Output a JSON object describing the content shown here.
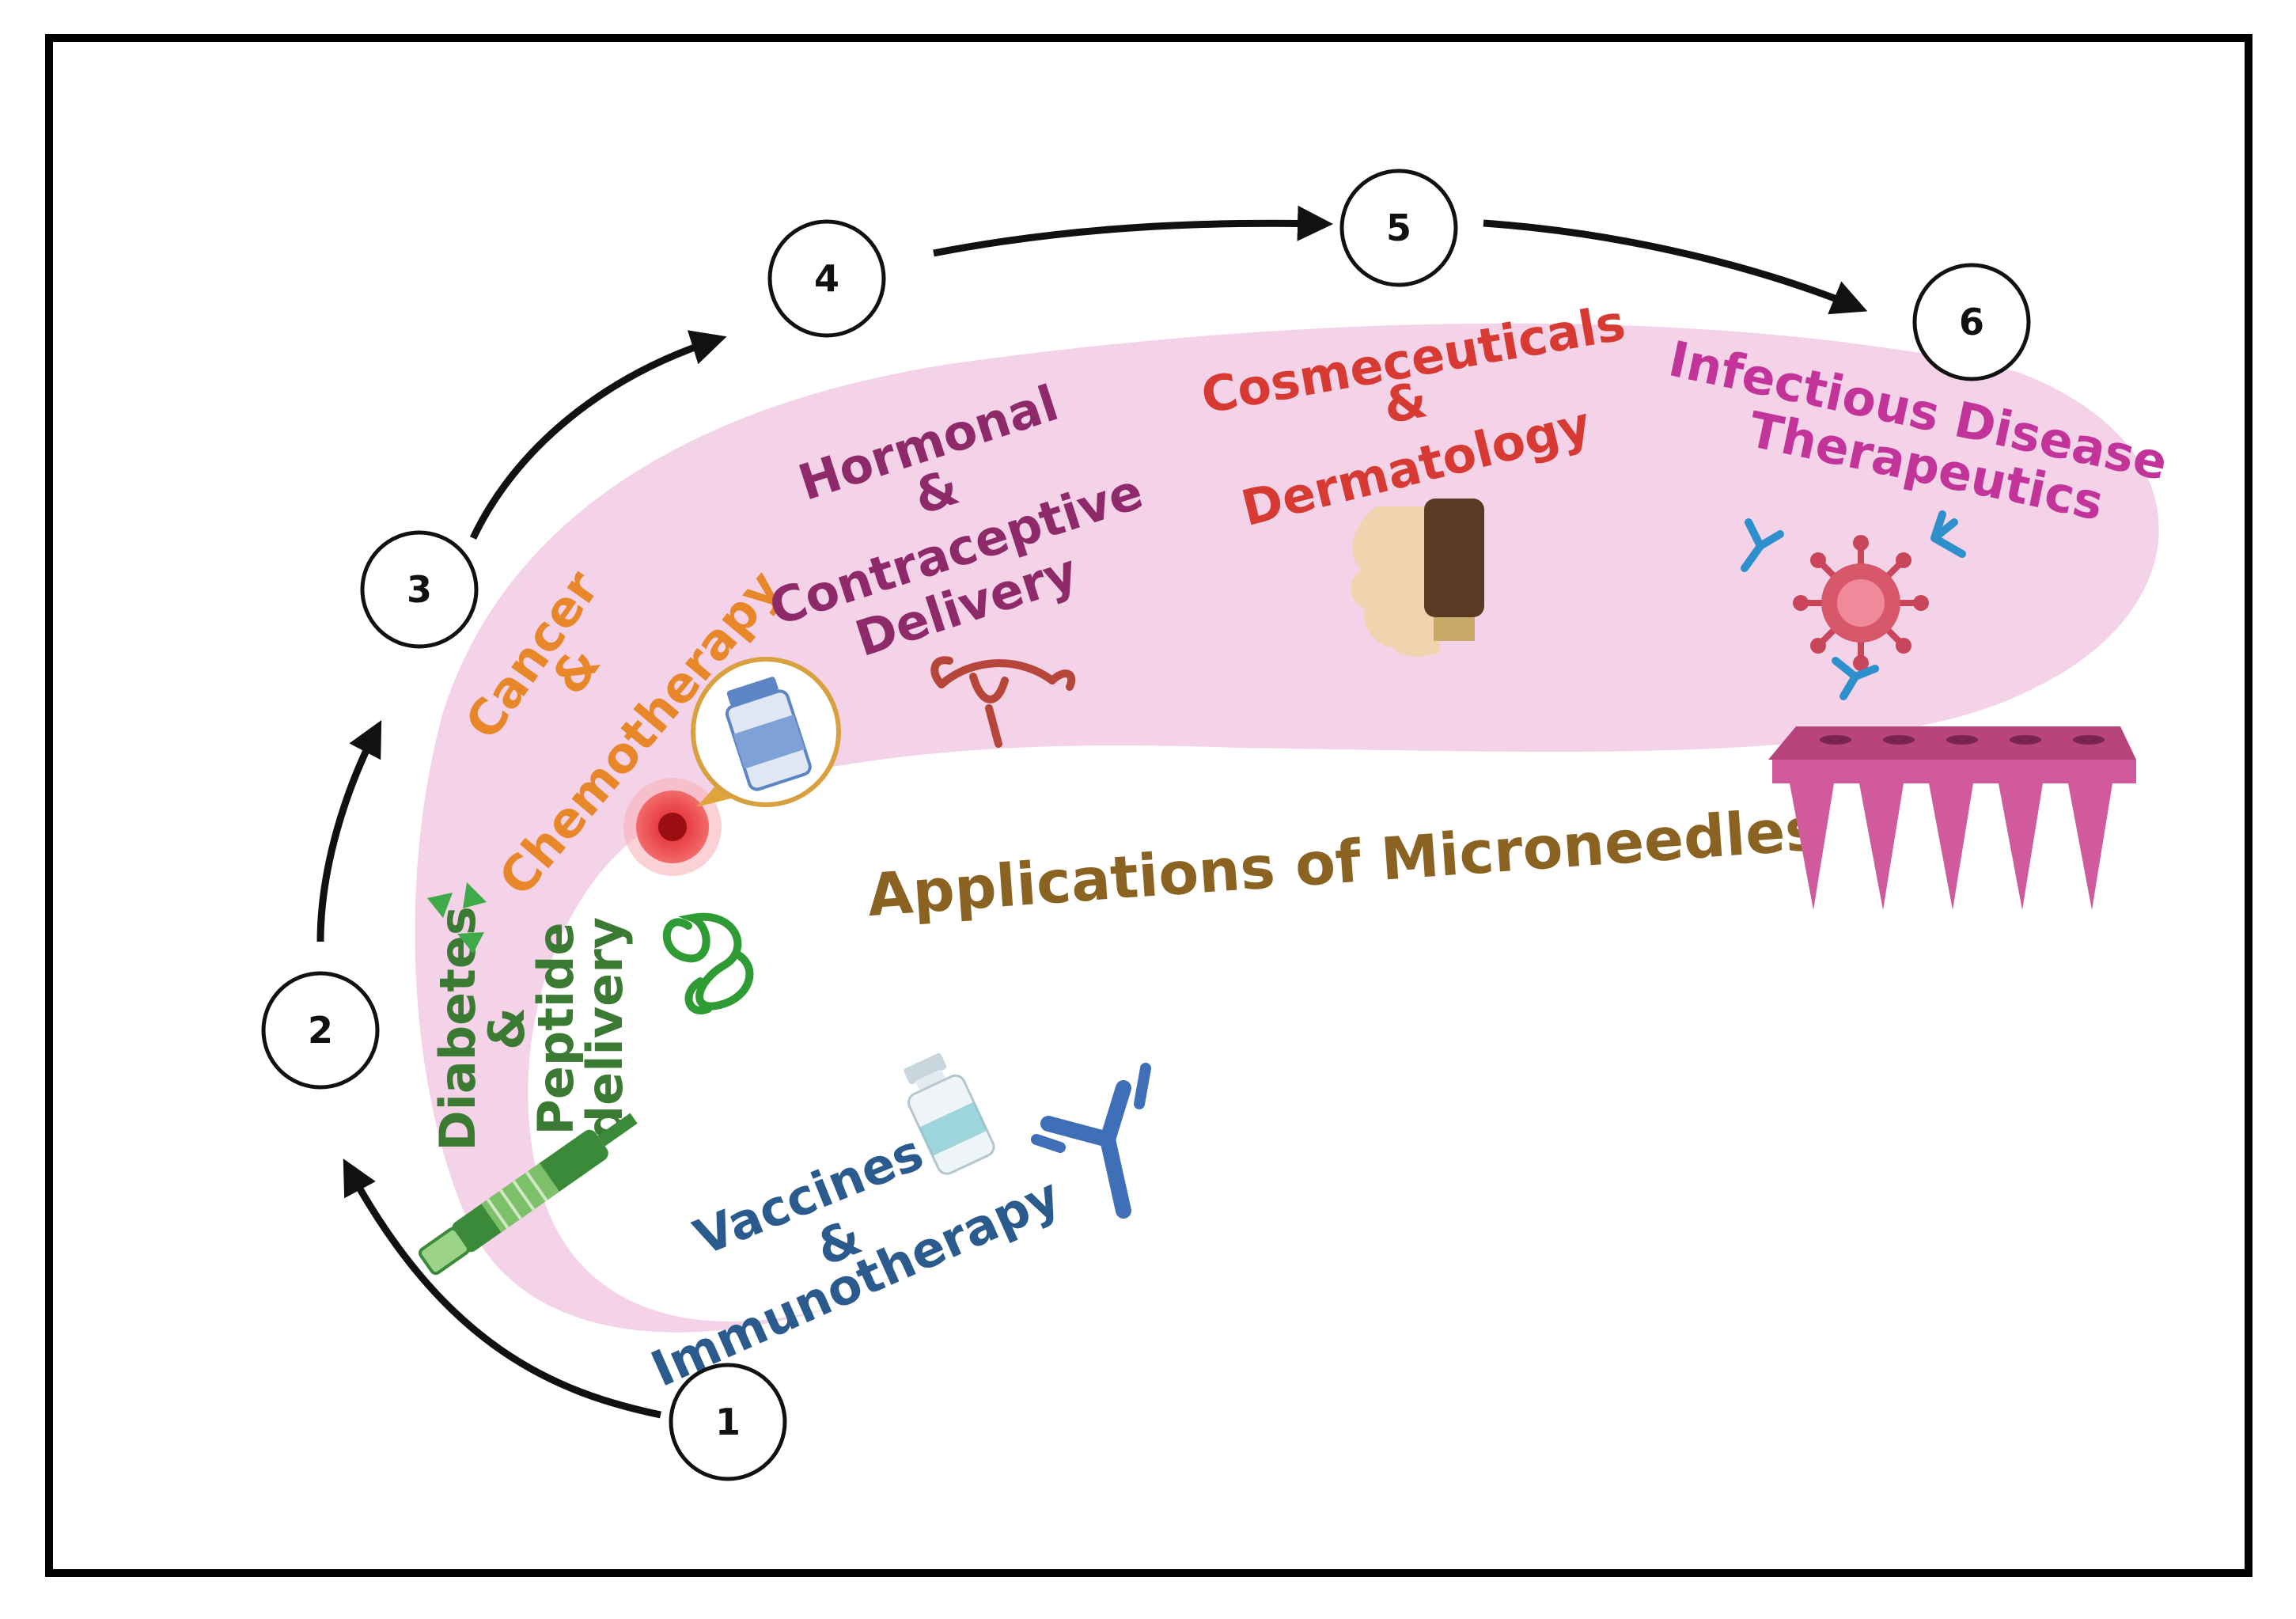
{
  "title": "Applications of Microneedles",
  "steps": [
    {
      "number": "1",
      "label_lines": [
        "Vaccines",
        "&",
        "Immunotherapy"
      ],
      "color": "#2b5a8c",
      "icon": "antibody-icon"
    },
    {
      "number": "2",
      "label_lines": [
        "Diabetes",
        "&",
        "Peptide",
        "delivery"
      ],
      "color": "#3b7a33",
      "icon": "insulin-pen-icon"
    },
    {
      "number": "3",
      "label_lines": [
        "Cancer",
        "&",
        "Chemotherapy"
      ],
      "color": "#e8862a",
      "icon": "tumor-cell-icon"
    },
    {
      "number": "4",
      "label_lines": [
        "Hormonal",
        "&",
        "Contraceptive",
        "Delivery"
      ],
      "color": "#8e2a6a",
      "icon": "uterus-icon"
    },
    {
      "number": "5",
      "label_lines": [
        "Cosmeceuticals",
        "&",
        "Dermatology"
      ],
      "color": "#d63a32",
      "icon": "face-cream-icon"
    },
    {
      "number": "6",
      "label_lines": [
        "Infectious Disease",
        "Therapeutics"
      ],
      "color": "#c2349a",
      "icon": "virus-icon"
    }
  ],
  "colors": {
    "band": "#f4d3e8",
    "title": "#8a6322",
    "microneedle": "#d05a9c",
    "arrows": "#111111"
  },
  "icons": [
    "vaccine-vial-icon",
    "peptide-chain-icon",
    "drug-bottle-icon",
    "microneedle-patch-icon"
  ]
}
